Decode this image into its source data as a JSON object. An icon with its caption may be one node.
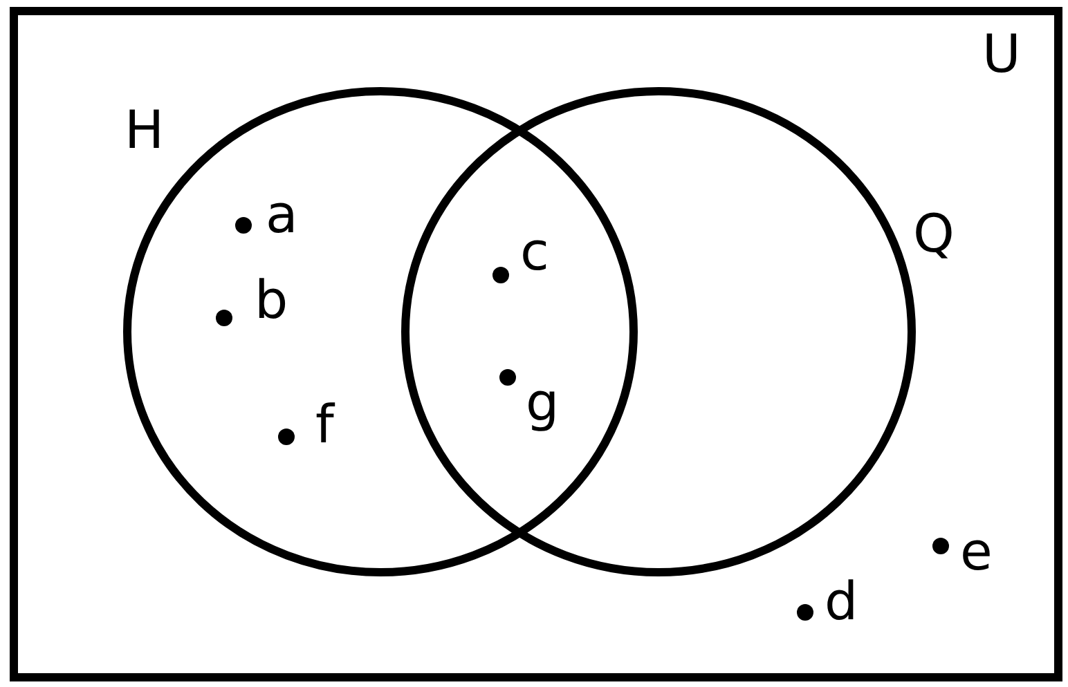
{
  "diagram": {
    "nodes": [
      {
        "text": [
          "U"
        ]
      },
      {
        "text": [
          "H"
        ],
        "in": 0
      },
      {
        "text": [
          "Q"
        ],
        "in": 0
      }
    ],
    "labels": [
      "a",
      "c",
      "b",
      "g",
      "f",
      "e",
      "d"
    ]
  }
}
